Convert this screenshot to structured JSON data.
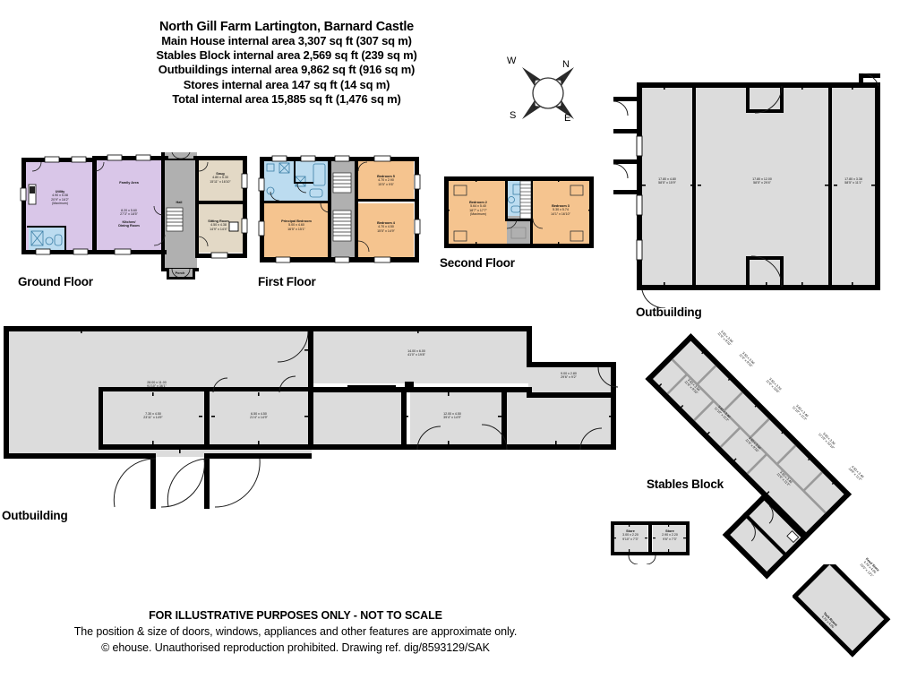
{
  "title": {
    "heading": "North Gill Farm Lartington, Barnard Castle",
    "lines": [
      "Main House internal area 3,307 sq ft (307 sq m)",
      "Stables Block internal area 2,569 sq ft (239 sq m)",
      "Outbuildings internal area 9,862 sq ft (916 sq m)",
      "Stores internal area 147 sq ft (14 sq m)",
      "Total internal area 15,885 sq ft (1,476 sq m)"
    ]
  },
  "compass": {
    "north": "N",
    "south": "S",
    "east": "E",
    "west": "W"
  },
  "captions": {
    "ground_floor": "Ground Floor",
    "first_floor": "First Floor",
    "second_floor": "Second Floor",
    "outbuilding_right": "Outbuilding",
    "outbuilding_left": "Outbuilding",
    "stables_block": "Stables Block"
  },
  "ground_floor": {
    "rooms": [
      {
        "name": "Utility",
        "metric": "4.90 x 5.08",
        "imperial": "20'9\" x 16'2\"",
        "note": "(Maximum)"
      },
      {
        "name": "Family Area",
        "metric": "",
        "imperial": "",
        "note": ""
      },
      {
        "name": "Kitchen/",
        "metric": "8.20 x 5.60",
        "imperial": "27'3\" x 18'5\"",
        "note": "Dining Room"
      },
      {
        "name": "Hall",
        "metric": "",
        "imperial": "",
        "note": ""
      },
      {
        "name": "Snug",
        "metric": "4.80 x 5.30",
        "imperial": "15'11\" x 16'10\"",
        "note": ""
      },
      {
        "name": "Sitting Room",
        "metric": "4.50 x 4.38",
        "imperial": "14'9\" x 14'4\"",
        "note": ""
      },
      {
        "name": "Porch",
        "metric": "",
        "imperial": "",
        "note": ""
      }
    ]
  },
  "first_floor": {
    "rooms": [
      {
        "name": "Principal Bedroom",
        "metric": "5.00 x 4.60",
        "imperial": "16'5\" x 15'1\""
      },
      {
        "name": "Bedroom 5",
        "metric": "4.70 x 2.90",
        "imperial": "15'5\" x 9'6\""
      },
      {
        "name": "Bedroom 4",
        "metric": "4.70 x 4.50",
        "imperial": "15'5\" x 14'9\""
      }
    ]
  },
  "second_floor": {
    "rooms": [
      {
        "name": "Bedroom 2",
        "metric": "5.64 x 5.40",
        "imperial": "18'7\" x 17'7\"",
        "note": "(Maximum)"
      },
      {
        "name": "Bedroom 3",
        "metric": "5.30 x 5.74",
        "imperial": "14'1\" x 16'10\"",
        "note": ""
      }
    ]
  },
  "outbuilding_right": {
    "bays": [
      {
        "metric": "17.80 x 4.80",
        "imperial": "58'5\" x 15'9\""
      },
      {
        "metric": "17.80 x 12.00",
        "imperial": "58'5\" x 29'4\""
      },
      {
        "metric": "17.80 x 3.38",
        "imperial": "58'5\" x 11'1\""
      }
    ]
  },
  "outbuilding_left": {
    "rooms": [
      {
        "metric": "28.00 x 11.00",
        "imperial": "91'10\" x 36'1\""
      },
      {
        "metric": "14.00 x 6.00",
        "imperial": "41'0\" x 19'8\""
      },
      {
        "metric": "9.00 x 2.80",
        "imperial": "29'6\" x 9'2\""
      },
      {
        "metric": "7.30 x 4.50",
        "imperial": "23'11\" x 14'9\""
      },
      {
        "metric": "6.50 x 4.50",
        "imperial": "21'4\" x 14'9\""
      },
      {
        "metric": "12.00 x 4.50",
        "imperial": "39'4\" x 14'9\""
      }
    ]
  },
  "stables_block": {
    "stalls": [
      {
        "metric": "3.50 x 3.00",
        "imperial": "11'6\" x 9'10\""
      },
      {
        "metric": "3.50 x 3.00",
        "imperial": "11'6\" x 9'10\""
      },
      {
        "metric": "3.50 x 3.20",
        "imperial": "11'6\" x 10'6\""
      },
      {
        "metric": "3.60 x 3.40",
        "imperial": "11'10\" x 11'2\""
      },
      {
        "metric": "3.60 x 3.30",
        "imperial": "11'10\" x 10'10\""
      },
      {
        "metric": "4.50 x 3.40",
        "imperial": "14'9\" x 11'2\""
      },
      {
        "metric": "3.50 x 3.00",
        "imperial": "11'6\" x 9'10\""
      },
      {
        "metric": "3.60 x 3.40",
        "imperial": "11'10\" x 11'2\""
      },
      {
        "metric": "3.50 x 3.00",
        "imperial": "11'6\" x 9'10\""
      },
      {
        "metric": "3.50 x 3.40",
        "imperial": "11'6\" x 11'2\""
      }
    ],
    "feed_store": {
      "name": "Feed Store",
      "metric": "4.70 x 4.00",
      "imperial": "15'5\" x 13'1\""
    },
    "tack_room": {
      "name": "Tack Room",
      "metric": "4.70 x 4.00",
      "imperial": "15'5\" x 13'1\""
    }
  },
  "stores": [
    {
      "name": "Store",
      "metric": "3.00 x 2.20",
      "imperial": "9'10\" x 7'3\""
    },
    {
      "name": "Store",
      "metric": "2.90 x 2.20",
      "imperial": "9'6\" x 7'3\""
    }
  ],
  "footer": {
    "line1": "FOR ILLUSTRATIVE PURPOSES ONLY - NOT TO SCALE",
    "line2": "The position & size of doors, windows, appliances and other features are approximate only.",
    "line3": "© ehouse. Unauthorised reproduction prohibited. Drawing ref. dig/8593129/SAK"
  }
}
